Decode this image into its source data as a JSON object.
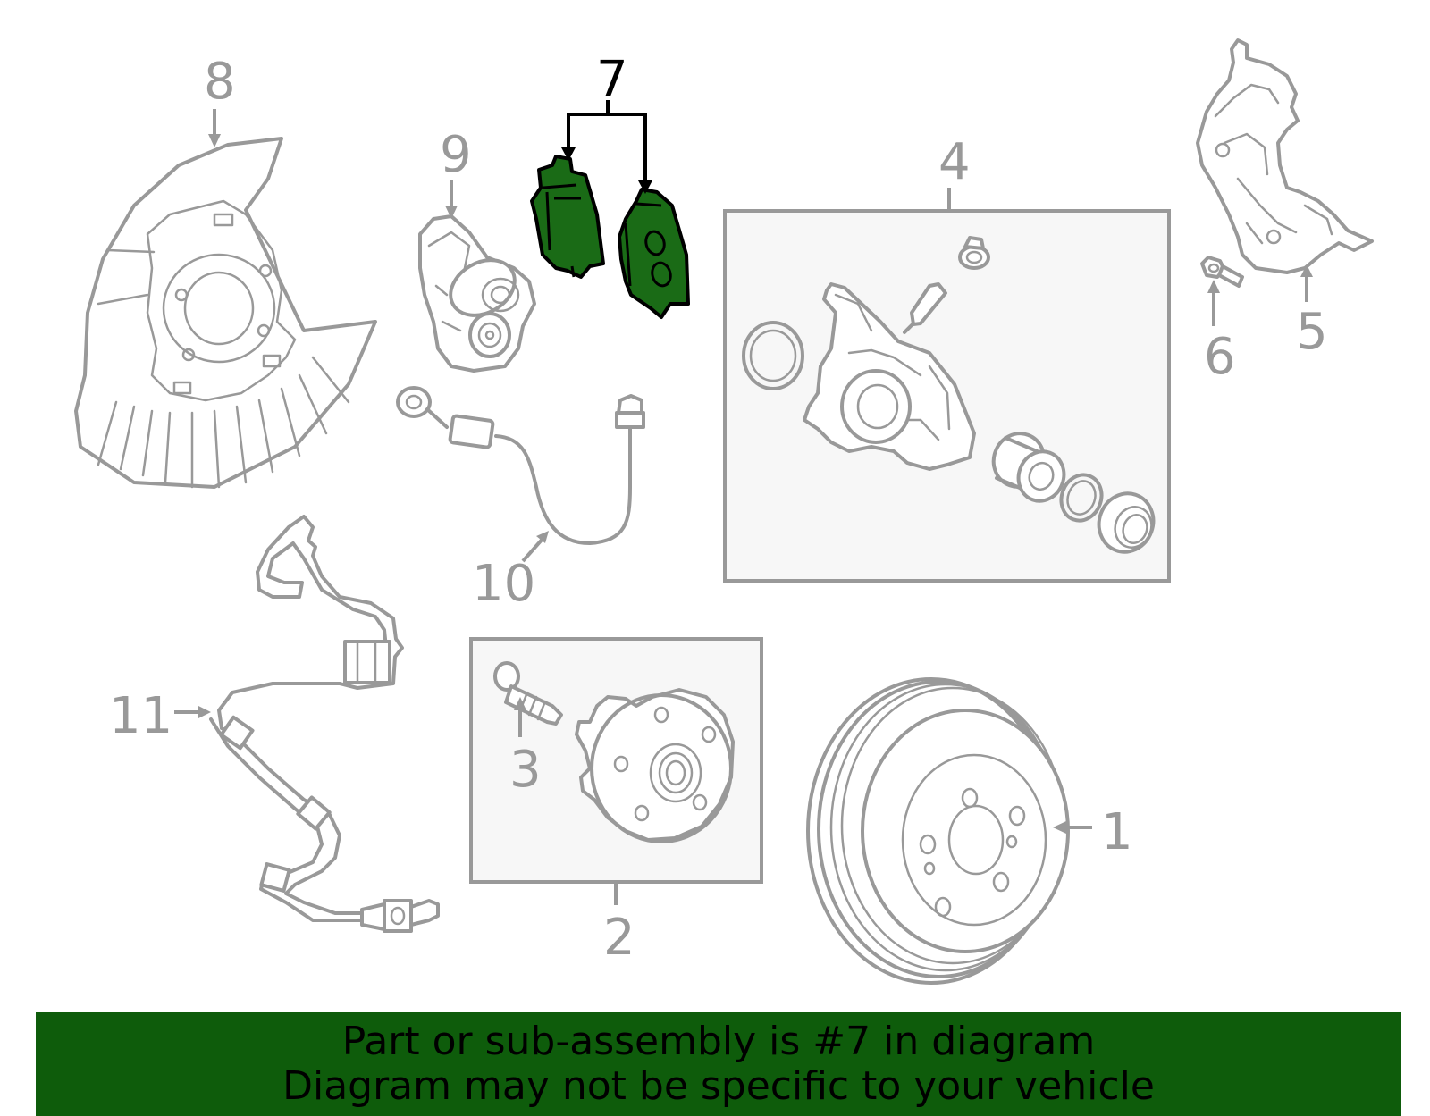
{
  "callouts": {
    "c1": "1",
    "c2": "2",
    "c3": "3",
    "c4": "4",
    "c5": "5",
    "c6": "6",
    "c7": "7",
    "c8": "8",
    "c9": "9",
    "c10": "10",
    "c11": "11"
  },
  "highlight_part": "7",
  "colors": {
    "highlight_fill": "#1a6b16",
    "banner_bg": "#0e5c0b",
    "part_stroke": "#999999"
  },
  "banner": {
    "line1": "Part or sub-assembly is #7 in diagram",
    "line2": "Diagram may not be specific to your vehicle"
  }
}
